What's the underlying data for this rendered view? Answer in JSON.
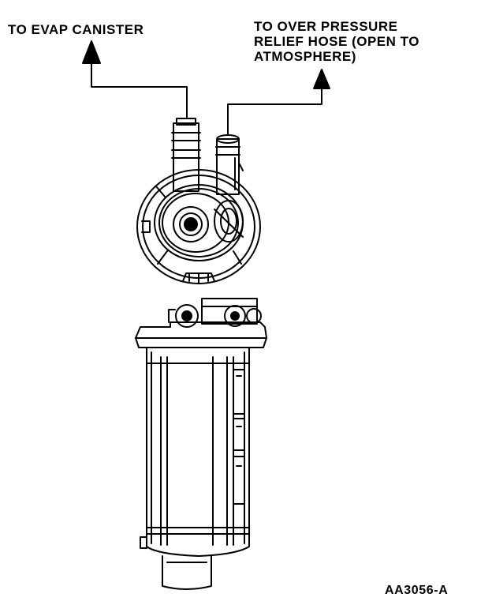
{
  "labels": {
    "evap": "TO EVAP CANISTER",
    "relief": [
      "TO OVER PRESSURE",
      "RELIEF HOSE (OPEN TO",
      "ATMOSPHERE)"
    ],
    "figure_id": "AA3056-A"
  },
  "colors": {
    "ink": "#000000",
    "paper": "#ffffff"
  }
}
